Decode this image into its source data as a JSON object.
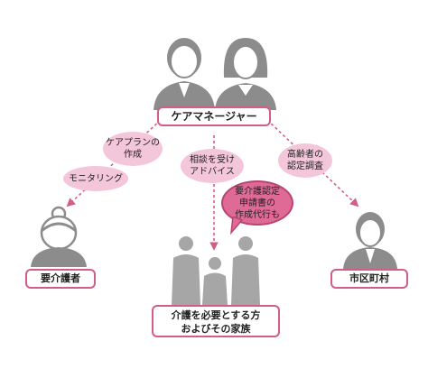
{
  "nodes": {
    "care_manager": "ケアマネージャー",
    "elderly": "要介護者",
    "municipality": "市区町村",
    "family": "介護を必要とする方\nおよびその家族"
  },
  "edges": {
    "care_plan": "ケアプランの\n作成",
    "monitoring": "モニタリング",
    "consult": "相談を受け\nアドバイス",
    "certification_survey": "高齢者の\n認定調査",
    "application_proxy": "要介護認定\n申請書の\n作成代行も"
  },
  "colors": {
    "accent": "#d25c8a",
    "pill": "#f4c6d9",
    "speech": "#e06a96",
    "figure": "#8c8c8c"
  }
}
